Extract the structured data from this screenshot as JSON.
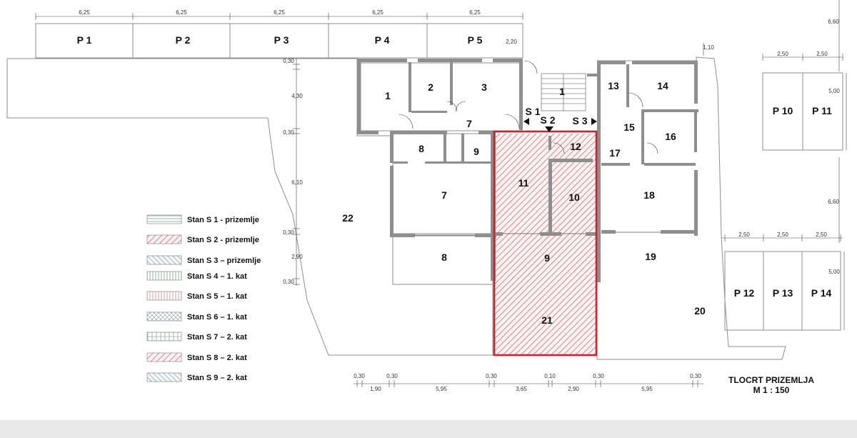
{
  "title": "TLOCRT PRIZEMLJA",
  "scale": "M 1 : 150",
  "legend": [
    {
      "label": "Stan S 1 - prizemlje",
      "pattern": "h-green"
    },
    {
      "label": "Stan S 2 - prizemlje",
      "pattern": "d-red"
    },
    {
      "label": "Stan S 3 – prizemlje",
      "pattern": "d-blue"
    },
    {
      "label": "Stan S 4 – 1. kat",
      "pattern": "v-green"
    },
    {
      "label": "Stan S 5 – 1. kat",
      "pattern": "v-red"
    },
    {
      "label": "Stan S 6 – 1. kat",
      "pattern": "x-blue"
    },
    {
      "label": "Stan S 7 – 2. kat",
      "pattern": "g-green"
    },
    {
      "label": "Stan S 8 – 2. kat",
      "pattern": "d-red"
    },
    {
      "label": "Stan S 9 – 2. kat",
      "pattern": "d-blue"
    }
  ],
  "stairs": {
    "s1": "S 1",
    "s2": "S 2",
    "s3": "S 3"
  },
  "parking": {
    "p1": "P 1",
    "p2": "P 2",
    "p3": "P 3",
    "p4": "P 4",
    "p5": "P 5",
    "p10": "P 10",
    "p11": "P 11",
    "p12": "P 12",
    "p13": "P 13",
    "p14": "P 14"
  },
  "rooms": {
    "s1_1": "1",
    "s1_2": "2",
    "s1_3": "3",
    "s1_7a": "7",
    "s1_8a": "8",
    "s1_9": "9",
    "s1_7b": "7",
    "s1_8b": "8",
    "s1_22": "22",
    "stair_1": "1",
    "s2_11": "11",
    "s2_12": "12",
    "s2_10": "10",
    "s2_9": "9",
    "s2_21": "21",
    "s3_13": "13",
    "s3_14": "14",
    "s3_15": "15",
    "s3_16": "16",
    "s3_17": "17",
    "s3_18": "18",
    "s3_19": "19",
    "s3_20": "20"
  },
  "dims": {
    "top": [
      "6,25",
      "6,25",
      "6,25",
      "6,25",
      "6,25"
    ],
    "p5_w": "2,20",
    "d110": "1,10",
    "d660a": "6,60",
    "d660b": "6,60",
    "left_vert": [
      "0,30",
      "4,30",
      "0,30",
      "6,10",
      "0,30",
      "2,90",
      "0,30"
    ],
    "right_top": [
      "2,50",
      "2,50"
    ],
    "right_top_depth": "5,00",
    "right_bot": [
      "2,50",
      "2,50",
      "2,50"
    ],
    "right_bot_depth": "5,00",
    "bottom": [
      "0,30",
      "1,90",
      "0,30",
      "5,95",
      "0,30",
      "3,65",
      "0,10",
      "2,90",
      "0,30",
      "5,95",
      "0,30"
    ]
  }
}
